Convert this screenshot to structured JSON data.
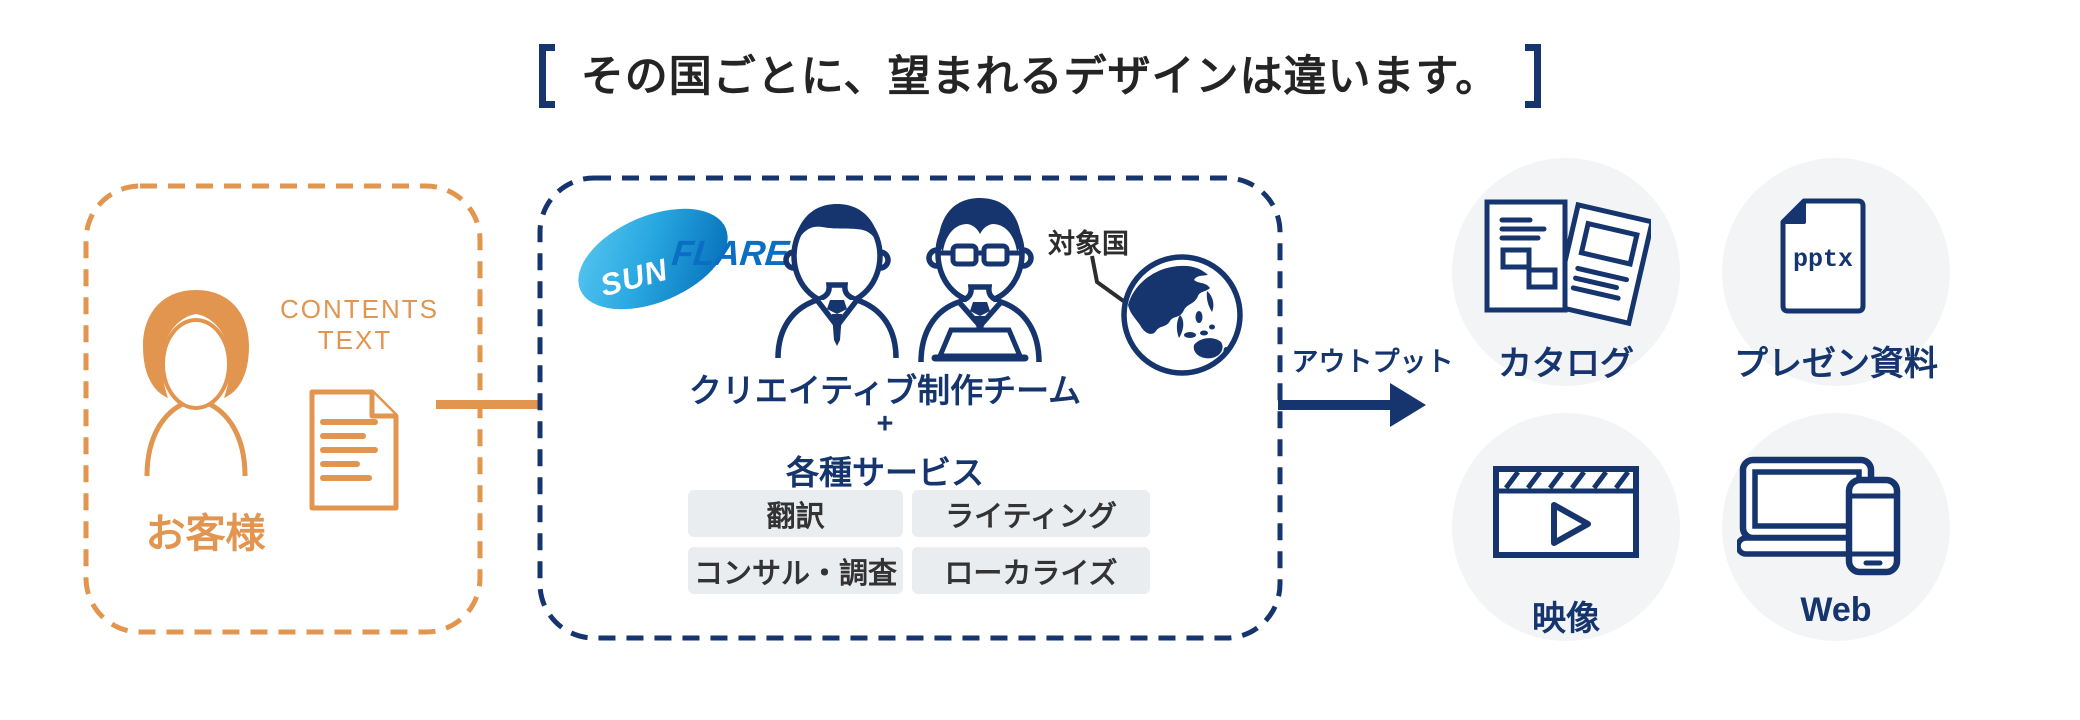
{
  "title": {
    "text": "その国ごとに、望まれるデザインは違います。"
  },
  "customer_box": {
    "contents_label_line1": "CONTENTS",
    "contents_label_line2": "TEXT",
    "customer_label": "お客様"
  },
  "team_box": {
    "logo": {
      "sun": "SUN",
      "flare": "FLARE"
    },
    "target_country_label": "対象国",
    "heading_line1": "クリエイティブ制作チーム",
    "heading_plus": "+",
    "heading_line2": "各種サービス",
    "service_chips": [
      "翻訳",
      "ライティング",
      "コンサル・調査",
      "ローカライズ"
    ]
  },
  "output_flow": {
    "arrow_label": "アウトプット"
  },
  "outputs": [
    {
      "label": "カタログ",
      "icon": "catalog-icon"
    },
    {
      "label": "プレゼン資料",
      "icon": "pptx-file-icon",
      "file_badge": "pptx"
    },
    {
      "label": "映像",
      "icon": "video-player-icon"
    },
    {
      "label": "Web",
      "icon": "laptop-phone-icon"
    }
  ],
  "colors": {
    "orange": "#e2954f",
    "navy": "#16356e",
    "title_text": "#242424",
    "chip_bg": "#e9edf0",
    "circle_bg": "#f2f4f6",
    "logo_blue_light": "#5ccaf3",
    "logo_blue_dark": "#0067b5",
    "logo_flare_text": "#0a6fc2"
  }
}
